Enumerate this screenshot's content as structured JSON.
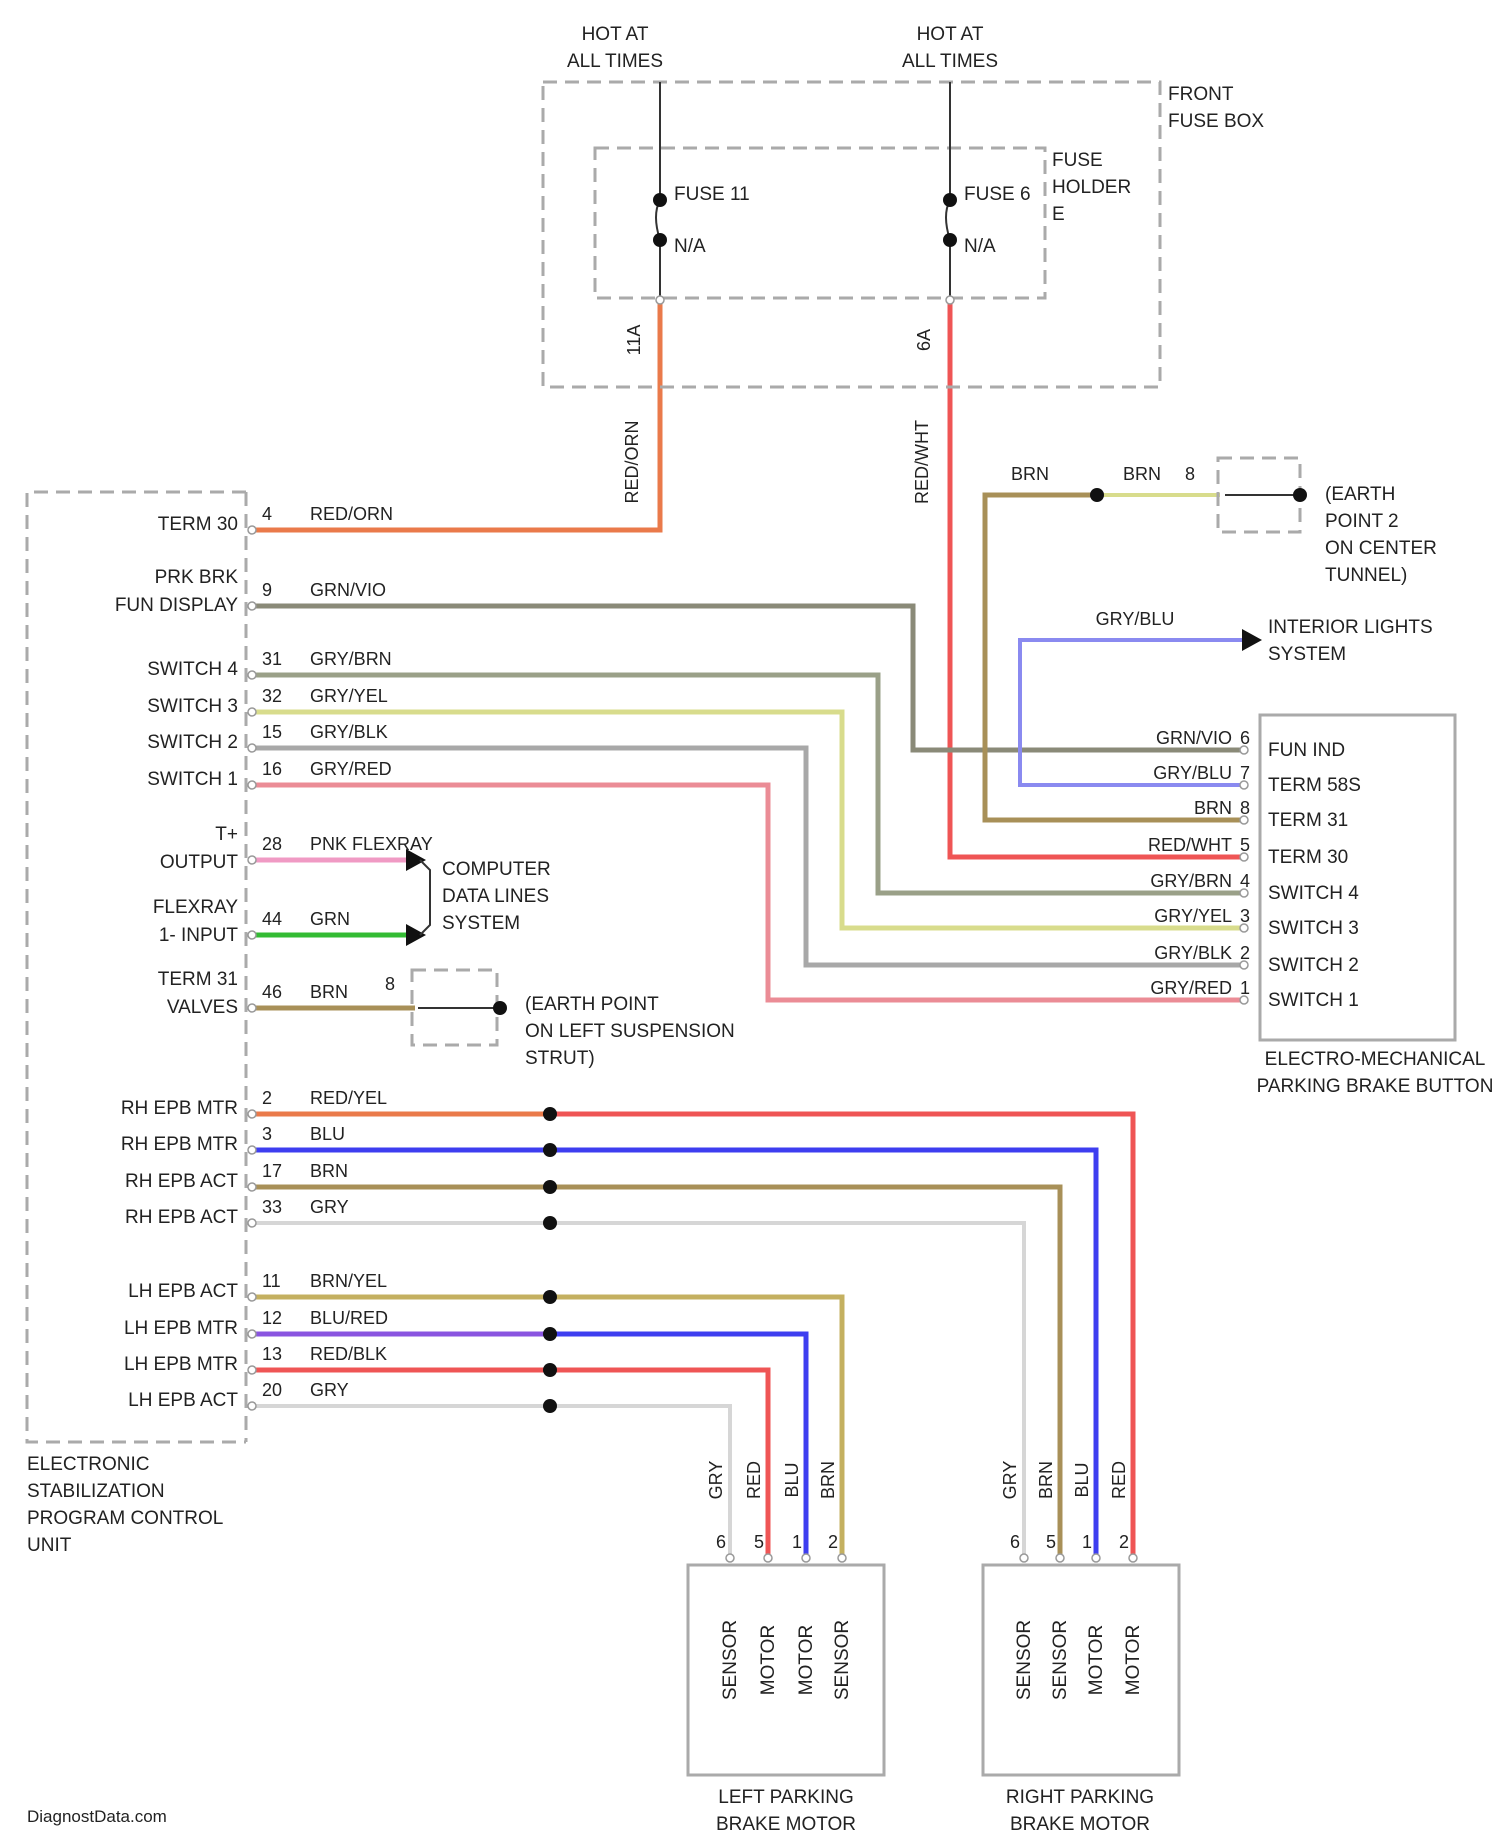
{
  "supply": {
    "hot1": [
      "HOT AT",
      "ALL TIMES"
    ],
    "hot2": [
      "HOT AT",
      "ALL TIMES"
    ],
    "front_fuse_box": [
      "FRONT",
      "FUSE BOX"
    ],
    "fuse_holder": [
      "FUSE",
      "HOLDER",
      "E"
    ],
    "fuse1": {
      "name": "FUSE 11",
      "amps": "N/A",
      "pin": "11A",
      "wire": "RED/ORN"
    },
    "fuse2": {
      "name": "FUSE 6",
      "amps": "N/A",
      "pin": "6A",
      "wire": "RED/WHT"
    }
  },
  "esp": {
    "title": [
      "ELECTRONIC",
      "STABILIZATION",
      "PROGRAM CONTROL",
      "UNIT"
    ],
    "pins": [
      {
        "label": [
          "TERM 30"
        ],
        "pin": "4",
        "wire": "RED/ORN"
      },
      {
        "label": [
          "PRK BRK",
          "FUN DISPLAY"
        ],
        "pin": "9",
        "wire": "GRN/VIO"
      },
      {
        "label": [
          "SWITCH 4"
        ],
        "pin": "31",
        "wire": "GRY/BRN"
      },
      {
        "label": [
          "SWITCH 3"
        ],
        "pin": "32",
        "wire": "GRY/YEL"
      },
      {
        "label": [
          "SWITCH 2"
        ],
        "pin": "15",
        "wire": "GRY/BLK"
      },
      {
        "label": [
          "SWITCH 1"
        ],
        "pin": "16",
        "wire": "GRY/RED"
      },
      {
        "label": [
          "T+",
          "OUTPUT"
        ],
        "pin": "28",
        "wire": "PNK FLEXRAY"
      },
      {
        "label": [
          "FLEXRAY",
          "1- INPUT"
        ],
        "pin": "44",
        "wire": "GRN"
      },
      {
        "label": [
          "TERM 31",
          "VALVES"
        ],
        "pin": "46",
        "wire": "BRN"
      },
      {
        "label": [
          "RH EPB MTR"
        ],
        "pin": "2",
        "wire": "RED/YEL"
      },
      {
        "label": [
          "RH EPB MTR"
        ],
        "pin": "3",
        "wire": "BLU"
      },
      {
        "label": [
          "RH EPB ACT"
        ],
        "pin": "17",
        "wire": "BRN"
      },
      {
        "label": [
          "RH EPB ACT"
        ],
        "pin": "33",
        "wire": "GRY"
      },
      {
        "label": [
          "LH EPB ACT"
        ],
        "pin": "11",
        "wire": "BRN/YEL"
      },
      {
        "label": [
          "LH EPB MTR"
        ],
        "pin": "12",
        "wire": "BLU/RED"
      },
      {
        "label": [
          "LH EPB MTR"
        ],
        "pin": "13",
        "wire": "RED/BLK"
      },
      {
        "label": [
          "LH EPB ACT"
        ],
        "pin": "20",
        "wire": "GRY"
      }
    ]
  },
  "computer_data": [
    "COMPUTER",
    "DATA LINES",
    "SYSTEM"
  ],
  "earth_left": {
    "pin": "8",
    "label": [
      "(EARTH POINT",
      "ON LEFT SUSPENSION",
      "STRUT)"
    ]
  },
  "earth_center": {
    "wire1": "BRN",
    "wire2": "BRN",
    "pin": "8",
    "label": [
      "(EARTH",
      "POINT 2",
      "ON CENTER",
      "TUNNEL)"
    ]
  },
  "interior": {
    "wire": "GRY/BLU",
    "label": [
      "INTERIOR LIGHTS",
      "SYSTEM"
    ]
  },
  "button": {
    "title": [
      "ELECTRO-MECHANICAL",
      "PARKING BRAKE BUTTON"
    ],
    "pins": [
      {
        "wire": "GRN/VIO",
        "pin": "6",
        "label": "FUN IND"
      },
      {
        "wire": "GRY/BLU",
        "pin": "7",
        "label": "TERM 58S"
      },
      {
        "wire": "BRN",
        "pin": "8",
        "label": "TERM 31"
      },
      {
        "wire": "RED/WHT",
        "pin": "5",
        "label": "TERM 30"
      },
      {
        "wire": "GRY/BRN",
        "pin": "4",
        "label": "SWITCH 4"
      },
      {
        "wire": "GRY/YEL",
        "pin": "3",
        "label": "SWITCH 3"
      },
      {
        "wire": "GRY/BLK",
        "pin": "2",
        "label": "SWITCH 2"
      },
      {
        "wire": "GRY/RED",
        "pin": "1",
        "label": "SWITCH 1"
      }
    ]
  },
  "left_motor": {
    "title": [
      "LEFT PARKING",
      "BRAKE MOTOR"
    ],
    "wires": [
      "GRY",
      "RED",
      "BLU",
      "BRN"
    ],
    "pins": [
      "6",
      "5",
      "1",
      "2"
    ],
    "labels": [
      "SENSOR",
      "MOTOR",
      "MOTOR",
      "SENSOR"
    ]
  },
  "right_motor": {
    "title": [
      "RIGHT PARKING",
      "BRAKE MOTOR"
    ],
    "wires": [
      "GRY",
      "BRN",
      "BLU",
      "RED"
    ],
    "pins": [
      "6",
      "5",
      "1",
      "2"
    ],
    "labels": [
      "SENSOR",
      "SENSOR",
      "MOTOR",
      "MOTOR"
    ]
  },
  "footer": "DiagnostData.com",
  "colors": {
    "red_orn": "#ea7a4a",
    "red": "#ef5555",
    "grn_vio": "#8a8a78",
    "gry_brn": "#9aa088",
    "gry_yel": "#d8dc8c",
    "gry_blk": "#a8a8a8",
    "gry_red": "#eb8c96",
    "pnk": "#f09ac4",
    "grn": "#33bb33",
    "brn": "#a89058",
    "blu": "#3e3ef0",
    "gry": "#d6d6d6",
    "brn_yel": "#c4b060",
    "blu_red": "#8a55e0",
    "gry_blu": "#8a8af0"
  }
}
